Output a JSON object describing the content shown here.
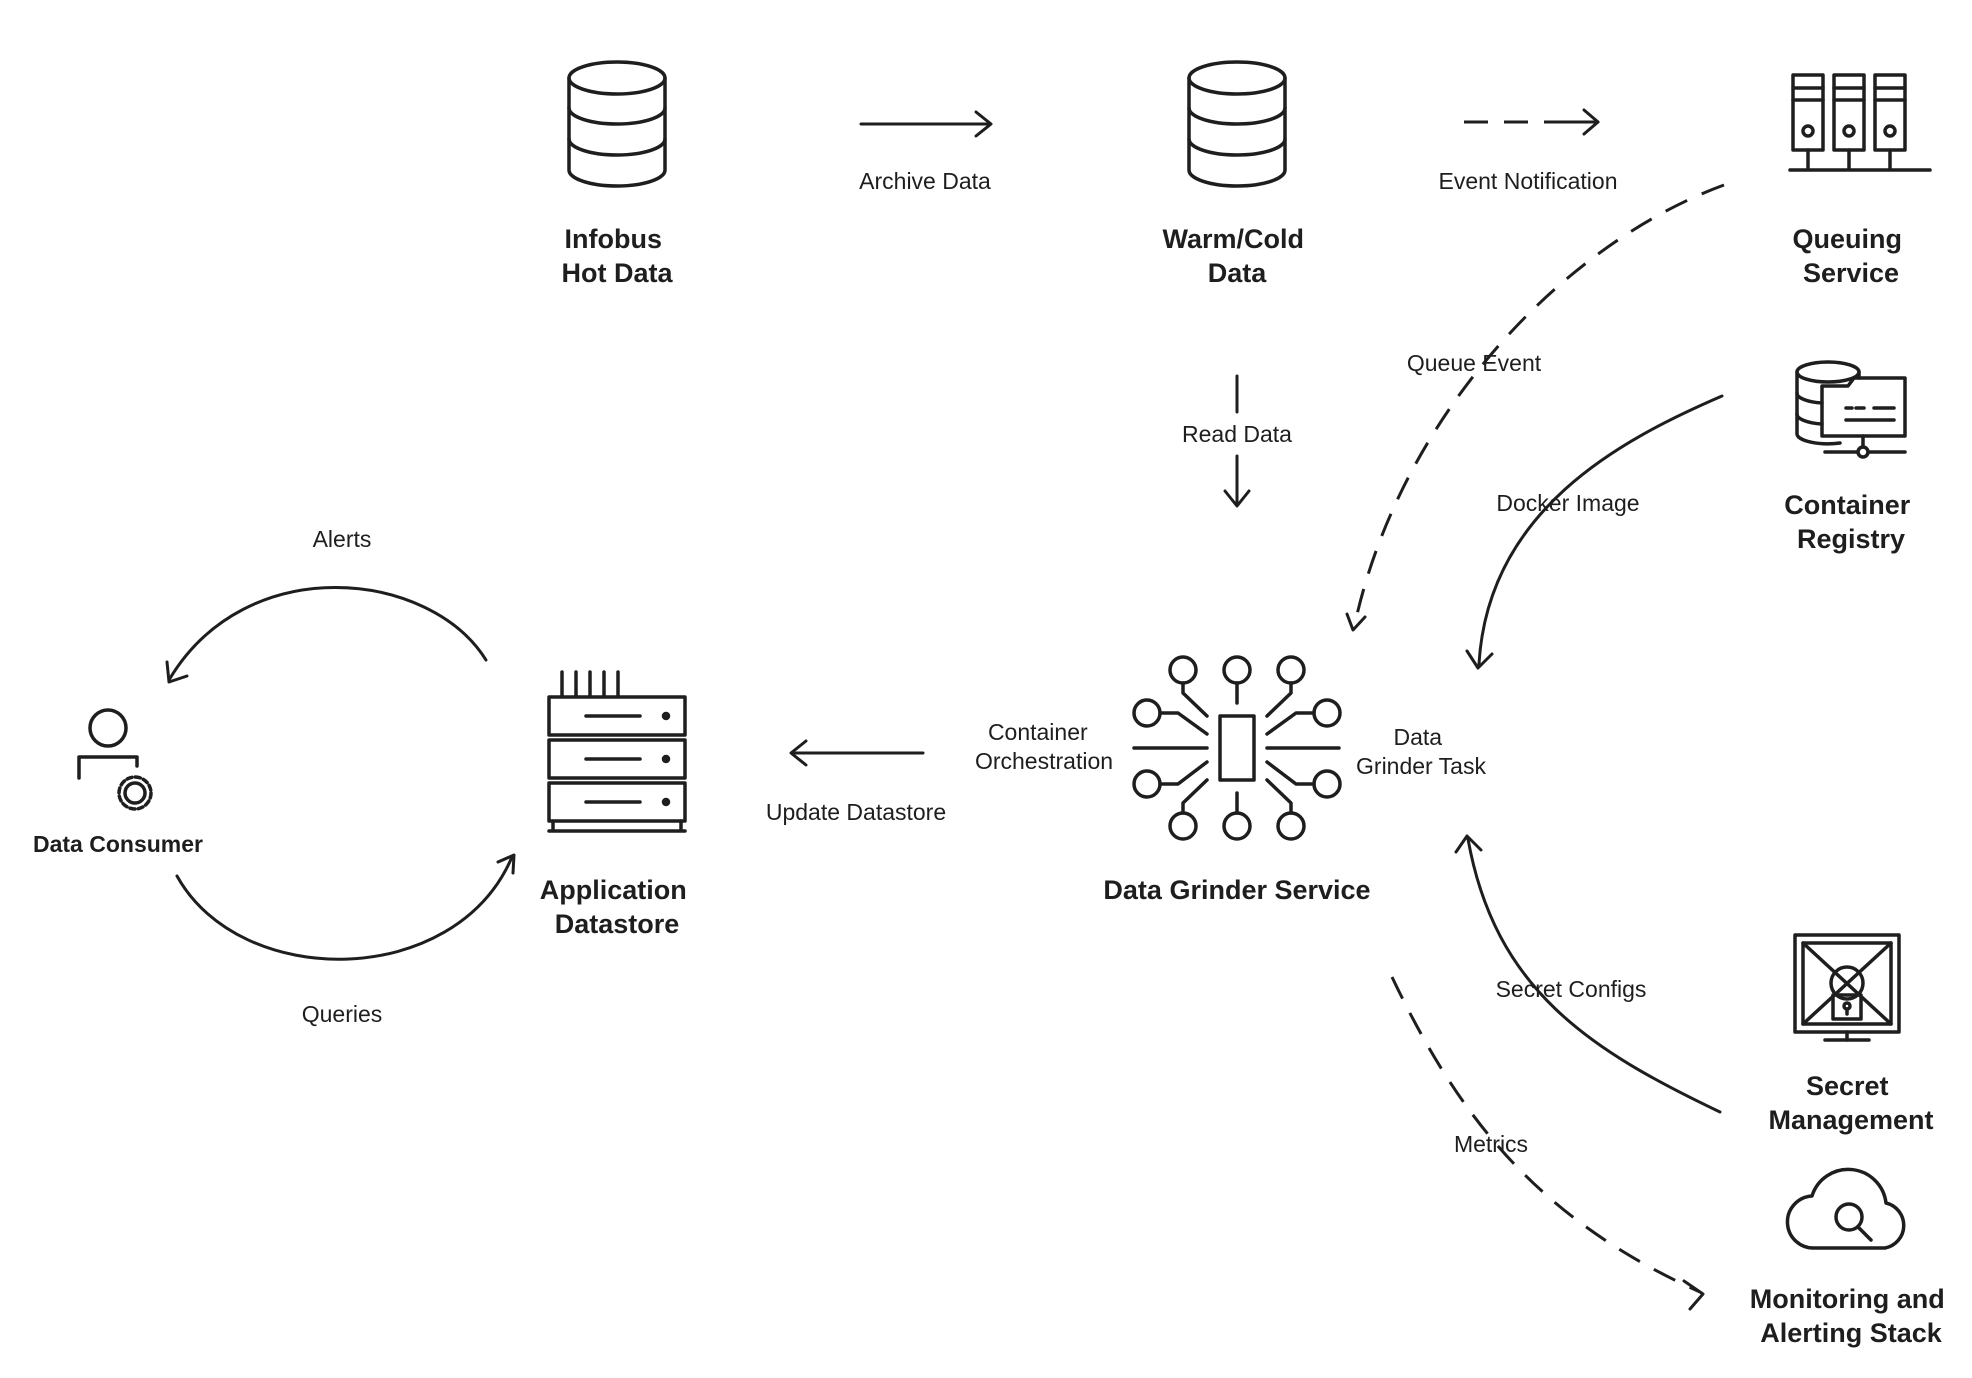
{
  "nodes": {
    "infobus": {
      "line1": "Infobus",
      "line2": "Hot Data"
    },
    "warm_cold": {
      "line1": "Warm/Cold",
      "line2": "Data"
    },
    "queuing": {
      "line1": "Queuing",
      "line2": "Service"
    },
    "registry": {
      "line1": "Container",
      "line2": "Registry"
    },
    "grinder": {
      "label": "Data Grinder Service"
    },
    "app_datastore": {
      "line1": "Application",
      "line2": "Datastore"
    },
    "consumer": {
      "label": "Data Consumer"
    },
    "secret": {
      "line1": "Secret",
      "line2": "Management"
    },
    "monitoring": {
      "line1": "Monitoring and",
      "line2": "Alerting Stack"
    }
  },
  "edges": {
    "archive": "Archive Data",
    "event_notification": "Event Notification",
    "queue_event": "Queue Event",
    "read_data": "Read Data",
    "docker_image": "Docker Image",
    "alerts": "Alerts",
    "container_orchestration": {
      "line1": "Container",
      "line2": "Orchestration"
    },
    "grinder_task": {
      "line1": "Data",
      "line2": "Grinder Task"
    },
    "update_datastore": "Update Datastore",
    "queries": "Queries",
    "secret_configs": "Secret Configs",
    "metrics": "Metrics"
  },
  "icons": {
    "infobus": "database-icon",
    "warm_cold": "database-icon",
    "queuing": "server-rack-icon",
    "registry": "database-folder-icon",
    "grinder": "chip-circuit-icon",
    "app_datastore": "server-stack-icon",
    "consumer": "user-gear-icon",
    "secret": "locked-vault-icon",
    "monitoring": "cloud-search-icon"
  }
}
